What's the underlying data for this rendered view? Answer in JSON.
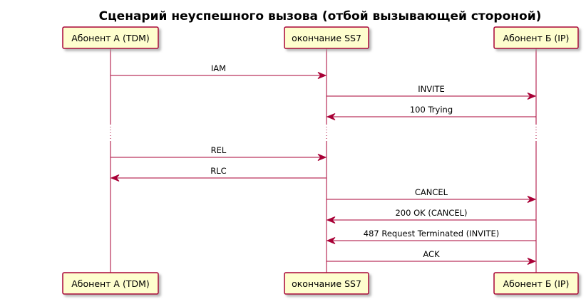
{
  "title": "Сценарий неуспешного вызова (отбой вызывающей стороной)",
  "colors": {
    "box_fill": "#FEFECE",
    "box_stroke": "#A80036",
    "lifeline": "#A80036",
    "arrow": "#A80036",
    "shadow": "#c0c0c0"
  },
  "participants": [
    {
      "id": "a",
      "label": "Абонент А (TDM)"
    },
    {
      "id": "ss7",
      "label": "окончание SS7"
    },
    {
      "id": "b",
      "label": "Абонент Б (IP)"
    }
  ],
  "messages": [
    {
      "from": "a",
      "to": "ss7",
      "label": "IAM"
    },
    {
      "from": "ss7",
      "to": "b",
      "label": "INVITE"
    },
    {
      "from": "b",
      "to": "ss7",
      "label": "100 Trying"
    },
    {
      "type": "delay"
    },
    {
      "from": "a",
      "to": "ss7",
      "label": "REL"
    },
    {
      "from": "ss7",
      "to": "a",
      "label": "RLC"
    },
    {
      "from": "ss7",
      "to": "b",
      "label": "CANCEL"
    },
    {
      "from": "b",
      "to": "ss7",
      "label": "200 OK (CANCEL)"
    },
    {
      "from": "b",
      "to": "ss7",
      "label": "487 Request Terminated (INVITE)"
    },
    {
      "from": "ss7",
      "to": "b",
      "label": "ACK"
    }
  ]
}
